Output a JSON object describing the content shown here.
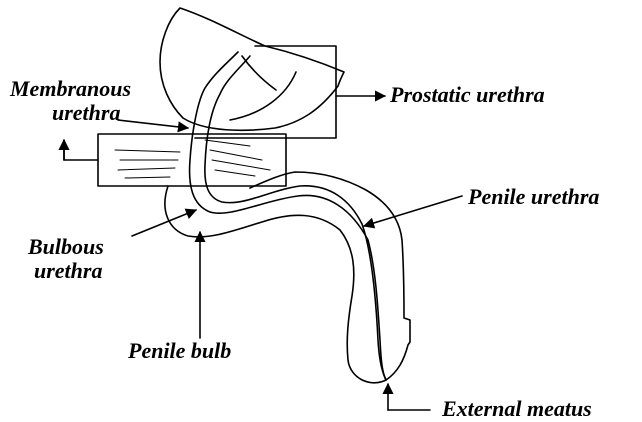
{
  "labels": {
    "membranous_urethra": [
      "Membranous",
      "urethra"
    ],
    "prostatic_urethra": "Prostatic urethra",
    "penile_urethra": "Penile urethra",
    "bulbous_urethra": [
      "Bulbous",
      "urethra"
    ],
    "penile_bulb": "Penile bulb",
    "external_meatus": "External meatus"
  },
  "colors": {
    "ink": "#000000",
    "paper": "#ffffff"
  }
}
